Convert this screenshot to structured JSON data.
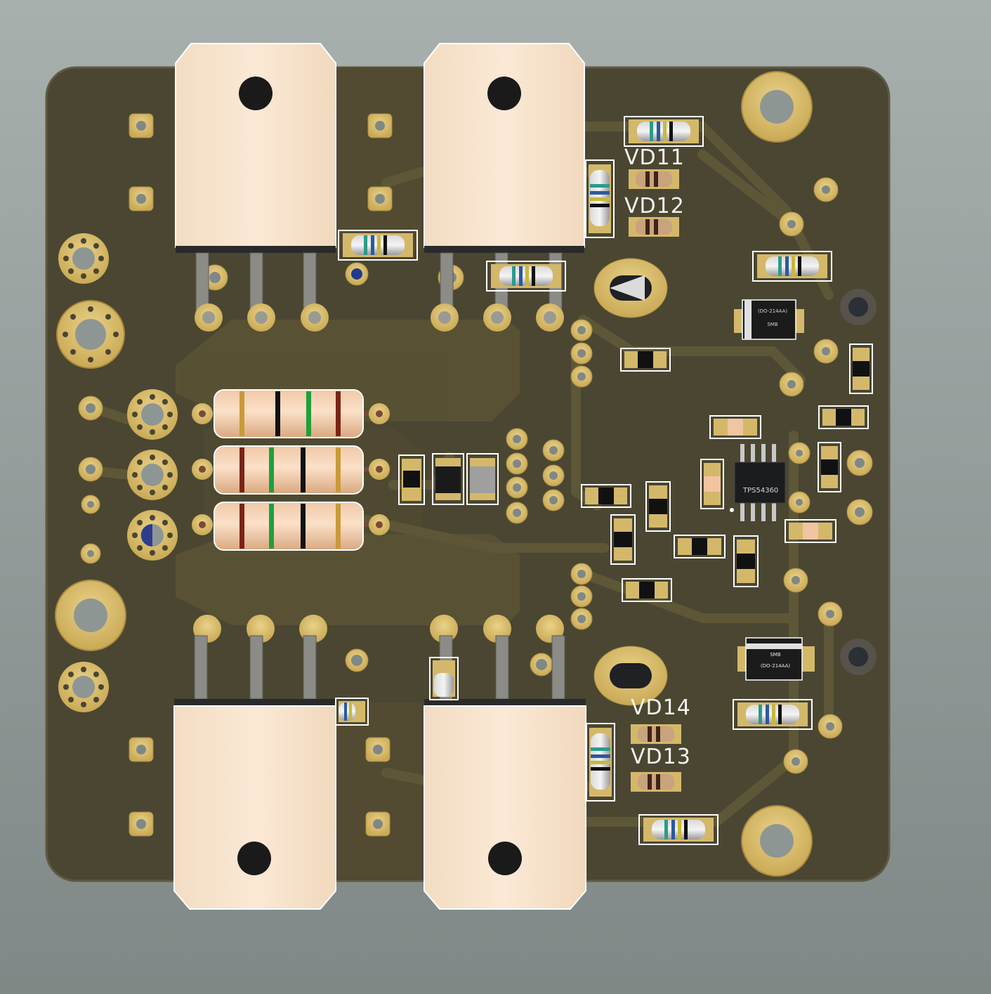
{
  "scene": {
    "description_kind": "pcb-3d-render",
    "board_color": "#4a4632",
    "copper_color": "#5a5536",
    "pad_gold": "#d4b86a",
    "tab_color": "#f8e4cc",
    "background_top": "#a8b0ae",
    "background_bottom": "#7f8886"
  },
  "designators": {
    "vd11": "VD11",
    "vd12": "VD12",
    "vd13": "VD13",
    "vd14": "VD14"
  },
  "ic": {
    "part_number": "TPS54360"
  },
  "diodes": {
    "top": {
      "package": "SMB",
      "outline": "(DO-214AA)"
    },
    "bottom": {
      "package": "SMB",
      "outline": "(DO-214AA)"
    }
  }
}
